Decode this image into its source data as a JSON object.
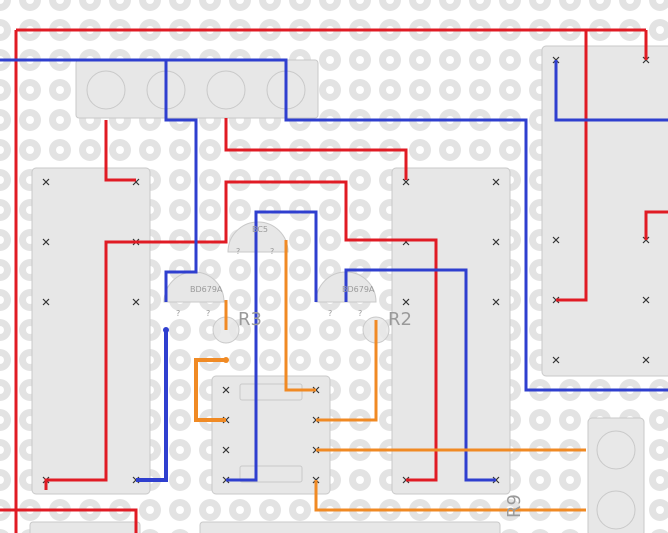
{
  "canvas": {
    "background": "#ffffff",
    "pad_color": "#e3e3e3",
    "hole_color": "#ffffff",
    "component_fill": "#e7e7e7",
    "component_stroke": "#c9c9c9",
    "x_mark_color": "#333333"
  },
  "wire_colors": {
    "red": "#e01b24",
    "blue": "#2f3fcf",
    "orange": "#f08a24"
  },
  "labels": {
    "bd679a_left": "BD679A",
    "bd679a_right": "BD679A",
    "bc_top": "BC5",
    "r3": "R3",
    "r2": "R2",
    "r9": "R9",
    "q_mark_1": "?",
    "q_mark_2": "?",
    "q_mark_3": "?",
    "q_mark_4": "?",
    "q_mark_5": "?",
    "q_mark_6": "?"
  }
}
